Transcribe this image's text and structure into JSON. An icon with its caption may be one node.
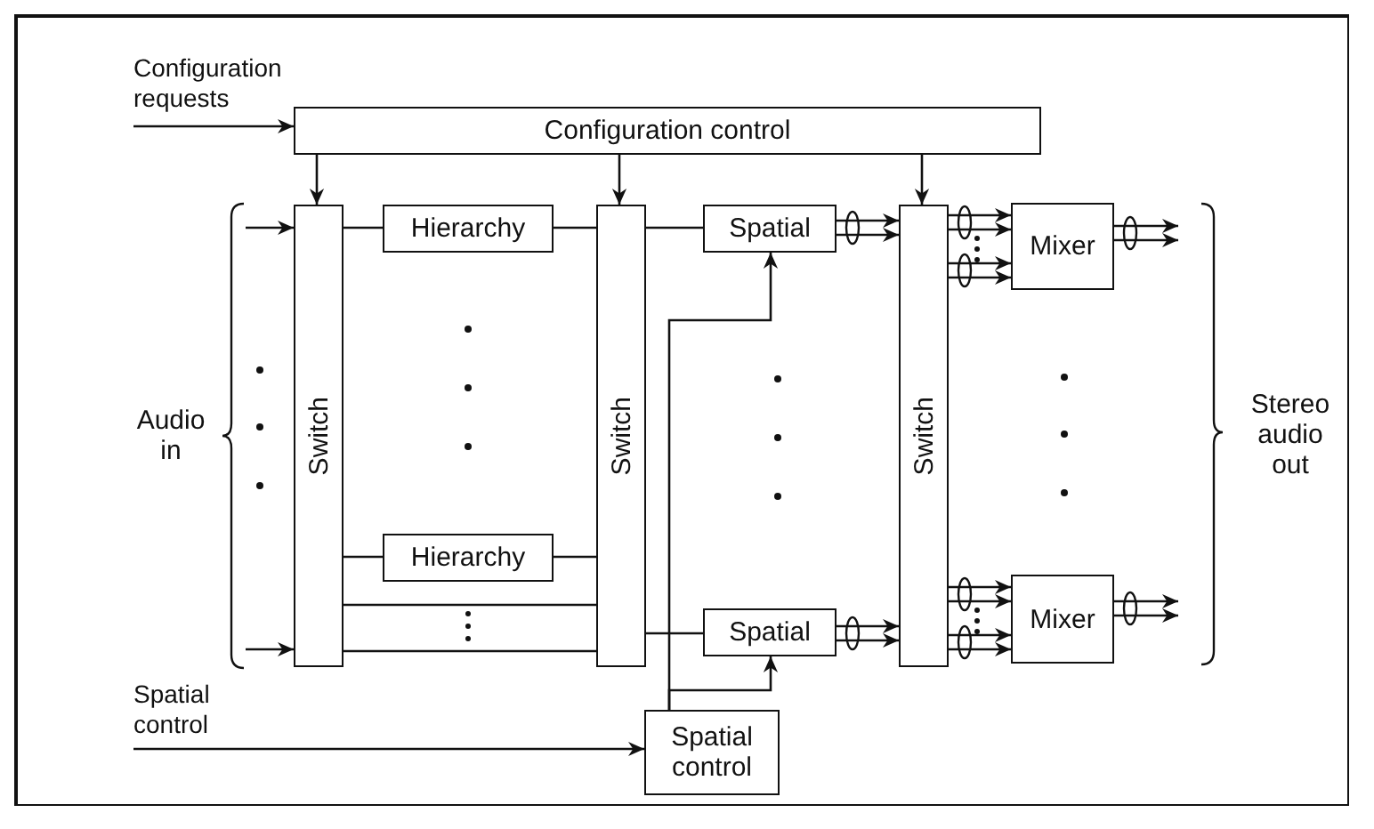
{
  "diagram": {
    "nodes": [
      {
        "text": [
          "Configuration requests"
        ]
      },
      {
        "text": [
          "Configuration control"
        ]
      },
      {
        "text": [
          "Switch"
        ]
      },
      {
        "text": [
          "Hierarchy"
        ]
      },
      {
        "text": [
          "Hierarchy"
        ]
      },
      {
        "text": [
          "Switch"
        ]
      },
      {
        "text": [
          "Spatial"
        ]
      },
      {
        "text": [
          "Spatial"
        ]
      },
      {
        "text": [
          "Switch"
        ]
      },
      {
        "text": [
          "Mixer"
        ]
      },
      {
        "text": [
          "Mixer"
        ]
      },
      {
        "text": [
          "Spatial control"
        ]
      },
      {
        "text": [
          "Spatial control"
        ]
      },
      {
        "text": [
          "Audio in"
        ]
      },
      {
        "text": [
          "Stereo audio out"
        ]
      }
    ],
    "edges": [
      {
        "from": 0,
        "to": 1,
        "arrow": "to"
      },
      {
        "from": 1,
        "to": 2,
        "arrow": "to"
      },
      {
        "from": 1,
        "to": 5,
        "arrow": "to"
      },
      {
        "from": 1,
        "to": 8,
        "arrow": "to"
      },
      {
        "from": 13,
        "to": 2,
        "arrow": "to"
      },
      {
        "from": 13,
        "to": 2,
        "arrow": "to"
      },
      {
        "from": 2,
        "to": 3,
        "arrow": "none"
      },
      {
        "from": 3,
        "to": 5,
        "arrow": "none"
      },
      {
        "from": 2,
        "to": 4,
        "arrow": "none"
      },
      {
        "from": 4,
        "to": 5,
        "arrow": "none"
      },
      {
        "from": 2,
        "to": 5,
        "arrow": "none"
      },
      {
        "from": 2,
        "to": 5,
        "arrow": "none"
      },
      {
        "from": 5,
        "to": 6,
        "arrow": "none"
      },
      {
        "from": 5,
        "to": 7,
        "arrow": "none"
      },
      {
        "from": 6,
        "to": 8,
        "arrow": "to"
      },
      {
        "from": 7,
        "to": 8,
        "arrow": "to"
      },
      {
        "from": 8,
        "to": 9,
        "arrow": "to"
      },
      {
        "from": 8,
        "to": 9,
        "arrow": "to"
      },
      {
        "from": 8,
        "to": 10,
        "arrow": "to"
      },
      {
        "from": 8,
        "to": 10,
        "arrow": "to"
      },
      {
        "from": 9,
        "to": 14,
        "arrow": "to"
      },
      {
        "from": 10,
        "to": 14,
        "arrow": "to"
      },
      {
        "from": 12,
        "to": 11,
        "arrow": "to"
      },
      {
        "from": 11,
        "to": 6,
        "arrow": "to"
      },
      {
        "from": 11,
        "to": 7,
        "arrow": "to"
      }
    ]
  }
}
